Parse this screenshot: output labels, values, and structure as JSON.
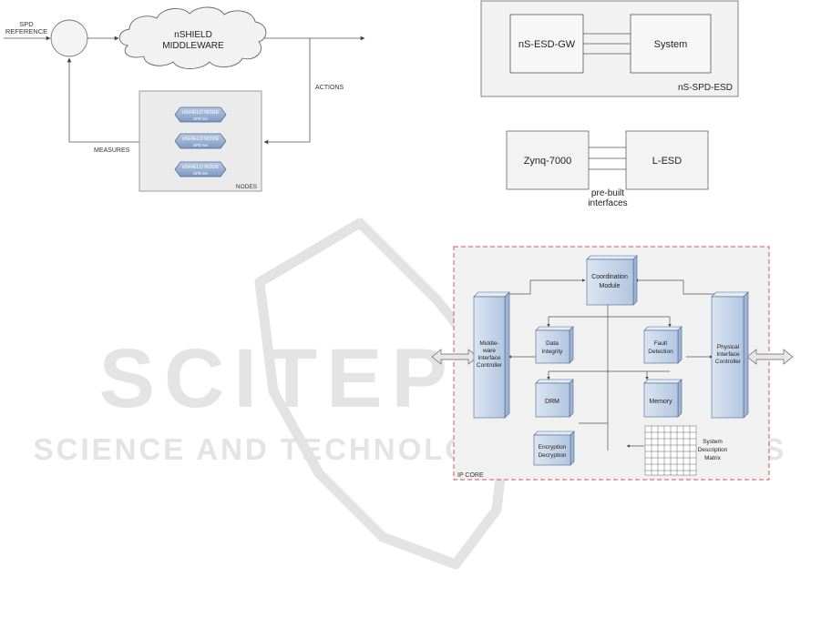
{
  "watermark": {
    "brand": "SCITEPRESS",
    "tagline": "SCIENCE AND TECHNOLOGY PUBLICATIONS"
  },
  "control_loop": {
    "input_label_line1": "SPD",
    "input_label_line2": "REFERENCE",
    "cloud_line1": "nSHIELD",
    "cloud_line2": "MIDDLEWARE",
    "actions_label": "ACTIONS",
    "measures_label": "MEASURES",
    "nodes_title": "NODES",
    "nodes": [
      {
        "name": "nSHIELD NODE",
        "sub": "SPD lev"
      },
      {
        "name": "nSHIELD NODE",
        "sub": "SPD lev"
      },
      {
        "name": "nSHIELD NODE",
        "sub": "SPD lev"
      }
    ]
  },
  "esd_panel": {
    "left_box": "nS-ESD-GW",
    "right_box": "System",
    "caption": "nS-SPD-ESD"
  },
  "lesd_panel": {
    "left_box": "Zynq-7000",
    "right_box": "L-ESD",
    "caption_line1": "pre-built",
    "caption_line2": "interfaces"
  },
  "ip_core": {
    "title": "IP CORE",
    "coordination_line1": "Coordination",
    "coordination_line2": "Module",
    "middleware_line1": "Middle-",
    "middleware_line2": "ware",
    "middleware_line3": "Interface",
    "middleware_line4": "Controller",
    "physical_line1": "Physical",
    "physical_line2": "Interface",
    "physical_line3": "Controller",
    "data_integrity_line1": "Data",
    "data_integrity_line2": "Integrity",
    "fault_line1": "Fault",
    "fault_line2": "Detection",
    "drm": "DRM",
    "memory": "Memory",
    "encryption_line1": "Encryption",
    "encryption_line2": "Decryption",
    "matrix_line1": "System",
    "matrix_line2": "Description",
    "matrix_line3": "Matrix"
  },
  "colors": {
    "block_fill": "#c5d5ea",
    "block_side": "#9fb4d3",
    "block_stroke": "#4a6690",
    "dashed_border": "#d9534f",
    "panel_fill": "#f2f2f2"
  }
}
